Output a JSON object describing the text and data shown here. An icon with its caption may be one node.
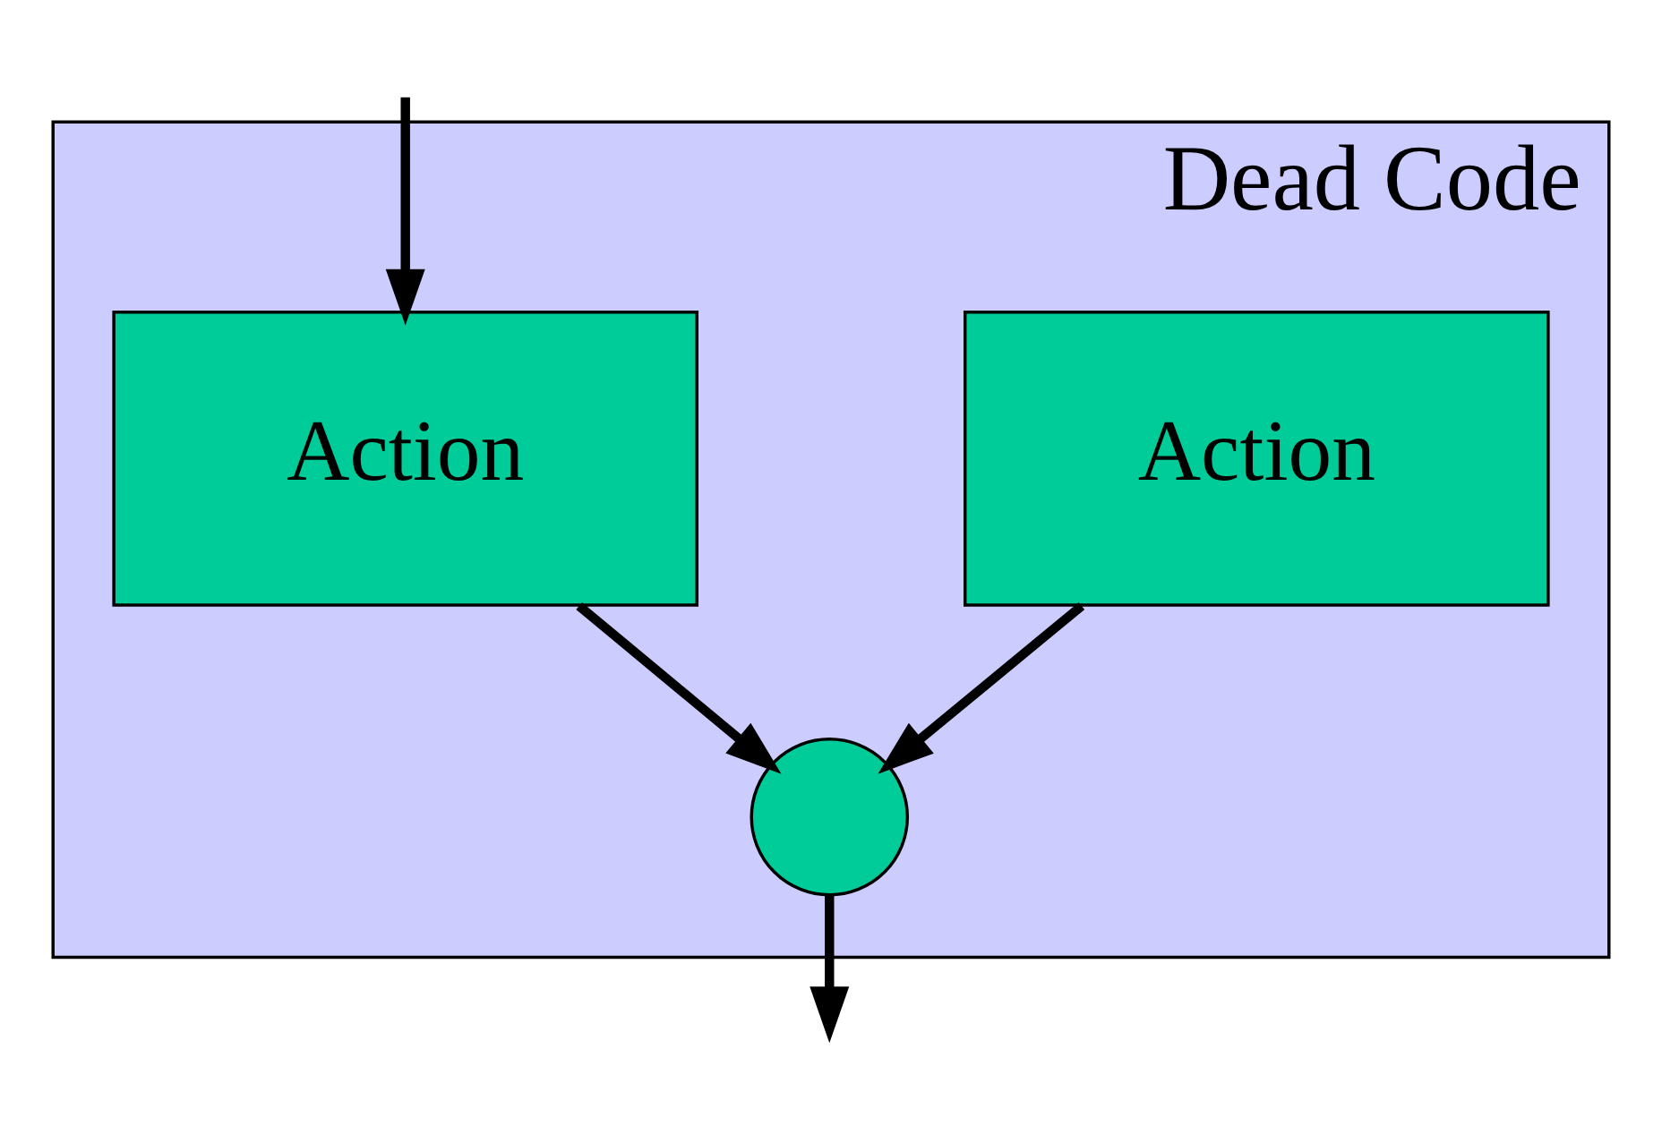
{
  "diagram": {
    "nodes": [
      {
        "text": [
          "Dead Code"
        ]
      },
      {
        "text": [
          "Action"
        ],
        "in": 0
      },
      {
        "text": [
          "Action"
        ],
        "in": 0
      },
      {
        "text": [],
        "shape": "circle",
        "in": 0
      }
    ],
    "edges": [
      {
        "from": null,
        "to": 1,
        "arrow": "to"
      },
      {
        "from": 1,
        "to": 3,
        "arrow": "to"
      },
      {
        "from": 2,
        "to": 3,
        "arrow": "to"
      },
      {
        "from": 3,
        "to": null,
        "arrow": "to"
      }
    ]
  }
}
